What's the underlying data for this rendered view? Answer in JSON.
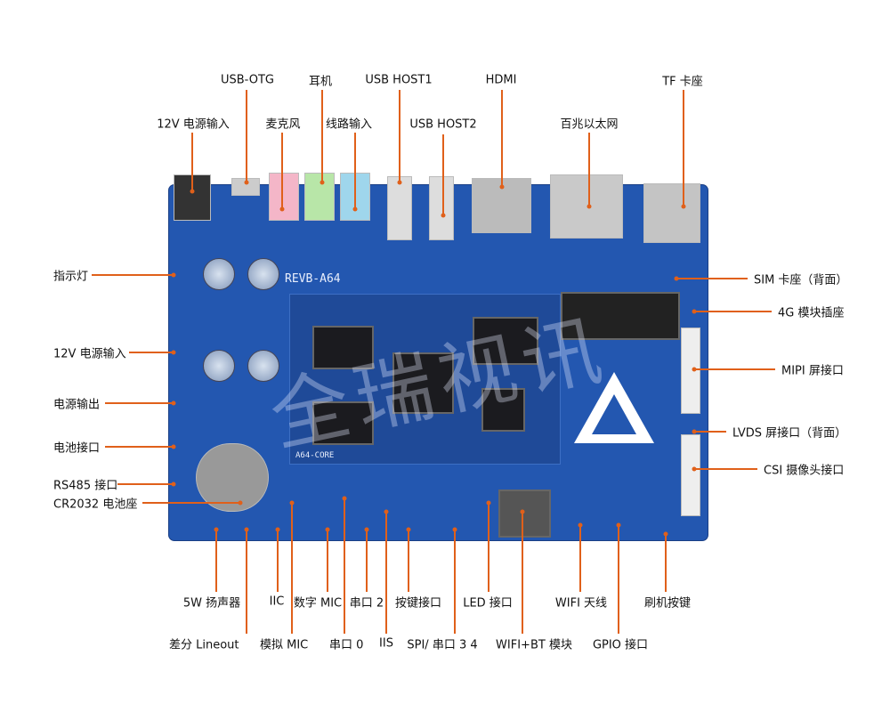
{
  "board": {
    "silk_title": "REVB-A64",
    "silk_core": "A64-CORE",
    "triangle_color": "#ffffff",
    "board_color": "#2357b0",
    "leader_color": "#e0601a"
  },
  "watermark": "全瑞视讯",
  "top": [
    "USB-OTG",
    "耳机",
    "USB HOST1",
    "HDMI",
    "TF 卡座",
    "12V 电源输入",
    "麦克风",
    "线路输入",
    "USB HOST2",
    "百兆以太网"
  ],
  "left": [
    "指示灯",
    "12V 电源输入",
    "电源输出",
    "电池接口",
    "RS485 接口",
    "CR2032 电池座"
  ],
  "right": [
    "SIM 卡座（背面）",
    "4G 模块插座",
    "MIPI 屏接口",
    "LVDS 屏接口（背面）",
    "CSI 摄像头接口"
  ],
  "bottom": [
    "5W 扬声器",
    "IIC",
    "数字 MIC",
    "串口 2",
    "按键接口",
    "LED 接口",
    "WIFI 天线",
    "刷机按键",
    "差分 Lineout",
    "模拟 MIC",
    "串口 0",
    "IIS",
    "SPI/ 串口 3 4",
    "WIFI+BT 模块",
    "GPIO 接口"
  ]
}
